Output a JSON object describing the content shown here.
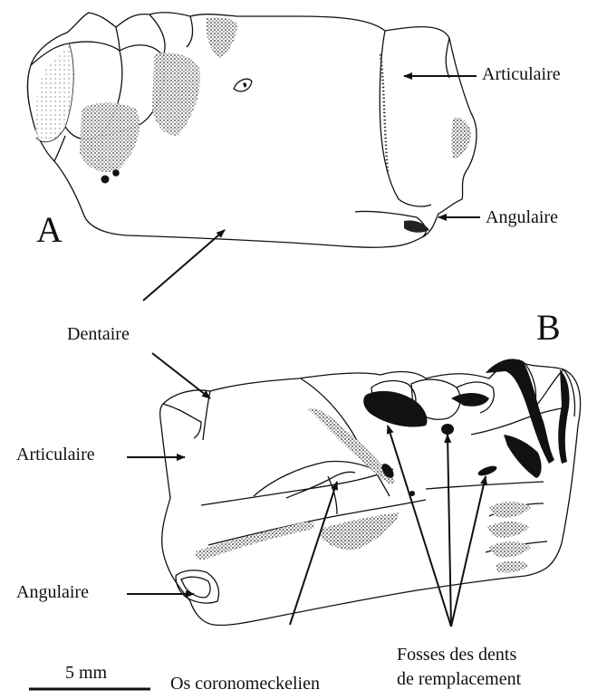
{
  "panels": {
    "a": {
      "letter": "A"
    },
    "b": {
      "letter": "B"
    }
  },
  "labels": {
    "articulaire_a": "Articulaire",
    "angulaire_a": "Angulaire",
    "dentaire": "Dentaire",
    "articulaire_b": "Articulaire",
    "angulaire_b": "Angulaire",
    "coronomeckelien": "Os coronomeckelien",
    "fosses_line1": "Fosses des dents",
    "fosses_line2": "de remplacement"
  },
  "scale_bar": {
    "label": "5 mm"
  },
  "colors": {
    "ink": "#111111",
    "paper": "#ffffff"
  }
}
